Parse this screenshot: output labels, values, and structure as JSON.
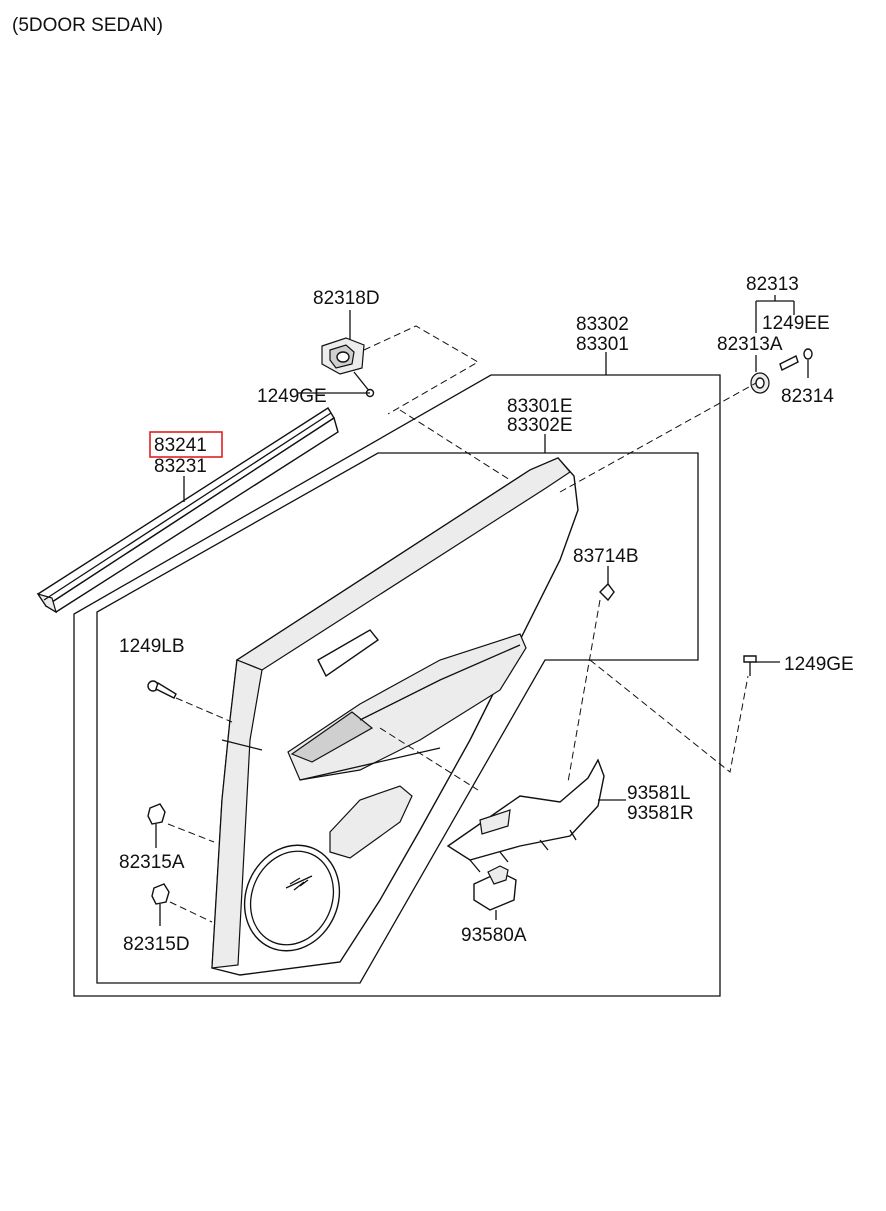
{
  "title": "(5DOOR SEDAN)",
  "highlight_color": "#e02020",
  "highlighted_part": "83241",
  "labels": {
    "p82318D": "82318D",
    "p1249GE_top": "1249GE",
    "p83241": "83241",
    "p83231": "83231",
    "p83302": "83302",
    "p83301": "83301",
    "p83301E": "83301E",
    "p83302E": "83302E",
    "p82313": "82313",
    "p1249EE": "1249EE",
    "p82313A": "82313A",
    "p82314": "82314",
    "p83714B": "83714B",
    "p1249LB": "1249LB",
    "p1249GE_right": "1249GE",
    "p93581L": "93581L",
    "p93581R": "93581R",
    "p82315A": "82315A",
    "p82315D": "82315D",
    "p93580A": "93580A"
  }
}
